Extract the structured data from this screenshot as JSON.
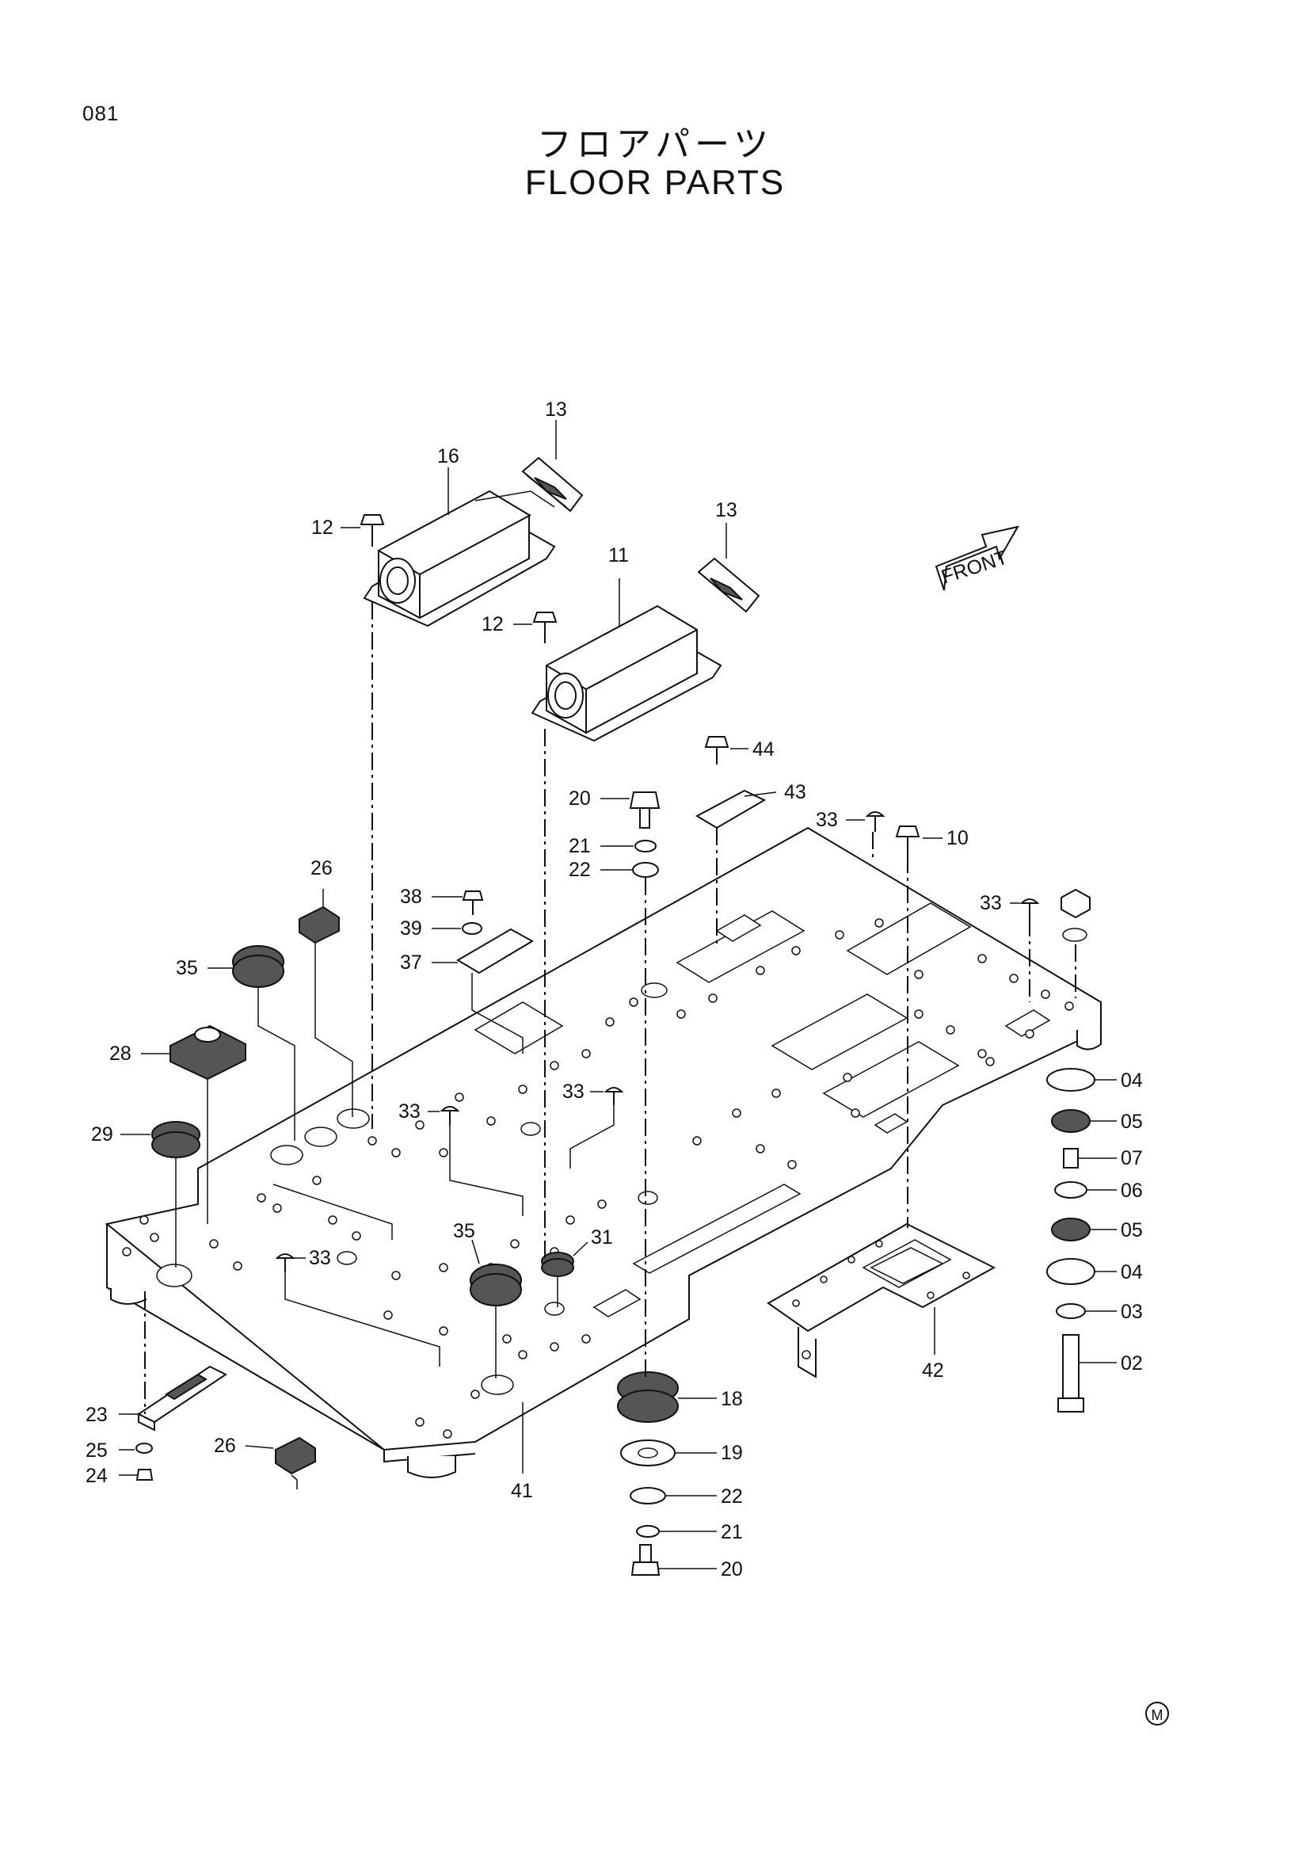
{
  "page": {
    "page_number": "081",
    "title_jp": "フロアパーツ",
    "title_en": "FLOOR PARTS",
    "front_label": "FRONT",
    "corner_mark": "M"
  },
  "callouts": [
    "13",
    "16",
    "12",
    "13",
    "11",
    "12",
    "44",
    "43",
    "20",
    "21",
    "22",
    "33",
    "10",
    "33",
    "26",
    "38",
    "39",
    "37",
    "35",
    "28",
    "33",
    "33",
    "29",
    "04",
    "05",
    "07",
    "06",
    "05",
    "04",
    "03",
    "02",
    "31",
    "35",
    "33",
    "42",
    "18",
    "19",
    "22",
    "21",
    "20",
    "23",
    "25",
    "24",
    "26",
    "41"
  ]
}
